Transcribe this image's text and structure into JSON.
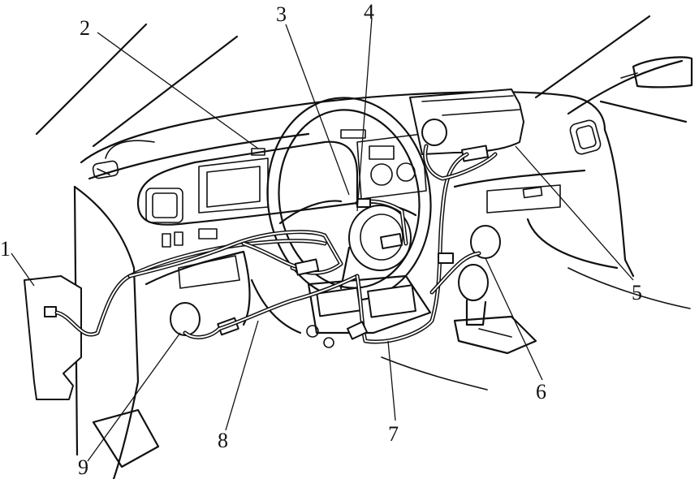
{
  "callouts": [
    {
      "id": "1",
      "text": "1"
    },
    {
      "id": "2",
      "text": "2"
    },
    {
      "id": "3",
      "text": "3"
    },
    {
      "id": "4",
      "text": "4"
    },
    {
      "id": "5",
      "text": "5"
    },
    {
      "id": "6",
      "text": "6"
    },
    {
      "id": "7",
      "text": "7"
    },
    {
      "id": "8",
      "text": "8"
    },
    {
      "id": "9",
      "text": "9"
    }
  ],
  "colors": {
    "ink": "#111111",
    "paper": "#ffffff"
  }
}
